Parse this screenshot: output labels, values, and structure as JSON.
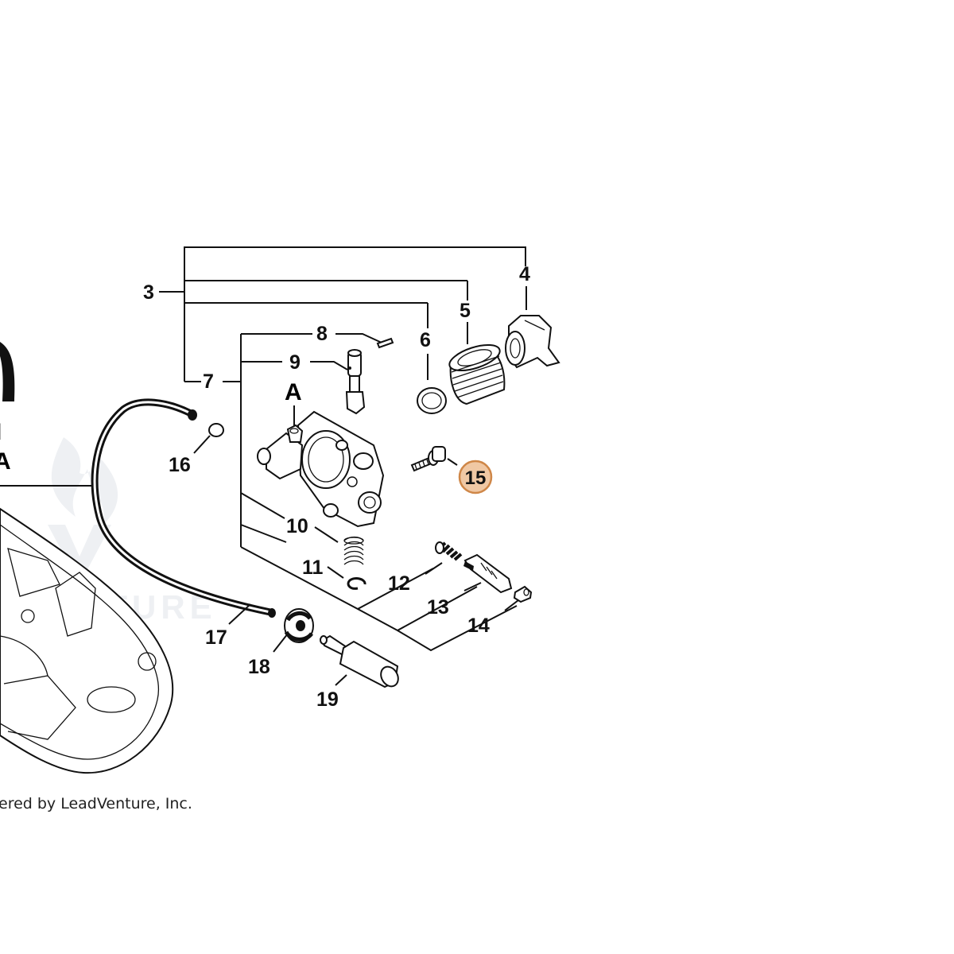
{
  "callouts": {
    "c3": "3",
    "c4": "4",
    "c5": "5",
    "c6": "6",
    "c7": "7",
    "c8": "8",
    "c9": "9",
    "c10": "10",
    "c11": "11",
    "c12": "12",
    "c13": "13",
    "c14": "14",
    "c15": "15",
    "c16": "16",
    "c17": "17",
    "c18": "18",
    "c19": "19"
  },
  "view_marker": "A",
  "left_edge_letters": {
    "upper": "I",
    "lower": "A"
  },
  "credit": "ered by LeadVenture, Inc.",
  "watermark": "VENTURE",
  "colors": {
    "highlight_fill": "#f0c8a4",
    "highlight_stroke": "#cf8748",
    "line": "#111111"
  }
}
